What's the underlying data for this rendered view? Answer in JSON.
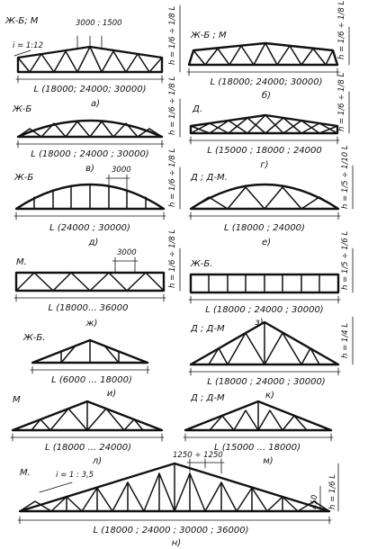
{
  "trusses": [
    {
      "id": "a",
      "caption": "а)",
      "material": "Ж-Б; М",
      "span": "L (18000; 24000; 30000)",
      "height": "h = 1/6 ÷ 1/8 L",
      "annotations": [
        "i = 1:12",
        "3000 ; 1500"
      ]
    },
    {
      "id": "b",
      "caption": "б)",
      "material": "Ж-Б ; М",
      "span": "L (18000; 24000; 30000)",
      "height": "h = 1/6 ÷ 1/8 L",
      "annotations": []
    },
    {
      "id": "v",
      "caption": "в)",
      "material": "Ж-Б",
      "span": "L (18000 ; 24000 ; 30000)",
      "height": "h = 1/6 ÷ 1/8 L",
      "annotations": []
    },
    {
      "id": "g",
      "caption": "г)",
      "material": "Д.",
      "span": "L (15000 ; 18000 ; 24000",
      "height": "h = 1/6 ÷ 1/8 L",
      "annotations": []
    },
    {
      "id": "d",
      "caption": "д)",
      "material": "Ж-Б",
      "span": "L (24000 ; 30000)",
      "height": "h = 1/6 ÷ 1/8 L",
      "annotations": [
        "3000"
      ]
    },
    {
      "id": "e",
      "caption": "е)",
      "material": "Д ; Д-М.",
      "span": "L (18000 ; 24000)",
      "height": "h = 1/5 ÷ 1/10 L",
      "annotations": []
    },
    {
      "id": "zh",
      "caption": "ж)",
      "material": "М.",
      "span": "L (18000... 36000",
      "height": "h = 1/6 ÷ 1/8 L",
      "annotations": [
        "3000"
      ]
    },
    {
      "id": "z",
      "caption": "з)",
      "material": "Ж-Б.",
      "span": "L (18000 ; 24000 ; 30000)",
      "height": "h = 1/5 ÷ 1/6 L",
      "annotations": []
    },
    {
      "id": "i",
      "caption": "и)",
      "material": "Ж-Б.",
      "span": "L (6000 ... 18000)",
      "height": "",
      "annotations": []
    },
    {
      "id": "k",
      "caption": "к)",
      "material": "Д ; Д-М",
      "span": "L (18000 ; 24000 ; 30000)",
      "height": "h = 1/4 L",
      "annotations": []
    },
    {
      "id": "l",
      "caption": "л)",
      "material": "М",
      "span": "L (18000 ... 24000)",
      "height": "",
      "annotations": []
    },
    {
      "id": "m",
      "caption": "м)",
      "material": "Д ; Д-М",
      "span": "L (15000 ... 18000)",
      "height": "",
      "annotations": []
    },
    {
      "id": "n",
      "caption": "н)",
      "material": "М.",
      "span": "L (18000 ; 24000 ; 30000 ; 36000)",
      "height": "h = 1/6 L",
      "annotations": [
        "i = 1 : 3,5",
        "1250 ÷ 1250",
        "450"
      ]
    }
  ]
}
